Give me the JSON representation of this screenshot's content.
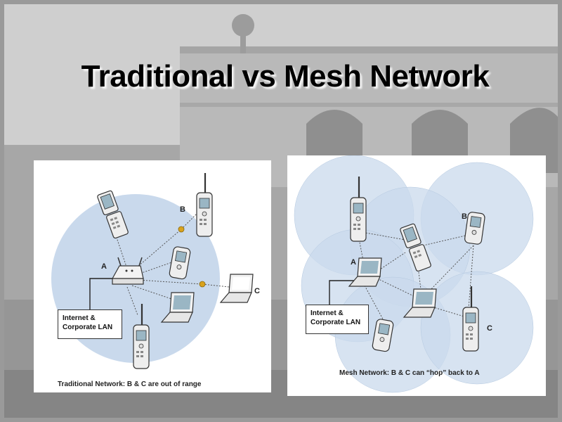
{
  "slide": {
    "title": "Traditional vs Mesh Network"
  },
  "traditional": {
    "caption": "Traditional Network: B & C are out of range",
    "lan_line1": "Internet &",
    "lan_line2": "Corporate LAN",
    "label_a": "A",
    "label_b": "B",
    "label_c": "C"
  },
  "mesh": {
    "caption": "Mesh Network: B & C can “hop” back to A",
    "lan_line1": "Internet &",
    "lan_line2": "Corporate LAN",
    "label_a": "A",
    "label_b": "B",
    "label_c": "C"
  },
  "colors": {
    "coverage": "#c9d9ec",
    "range_dot": "#d9a21c",
    "link": "#555555"
  }
}
